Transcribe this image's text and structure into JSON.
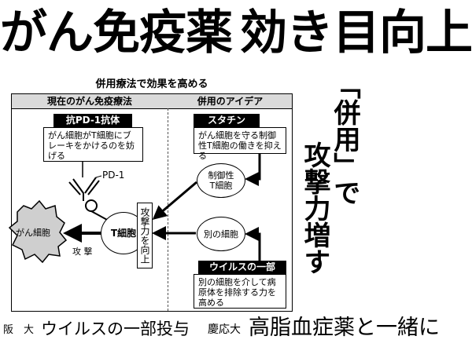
{
  "headline": {
    "part1": "がん免疫薬",
    "part2": "効き目向上"
  },
  "diagram": {
    "title": "併用療法で効果を高める",
    "left_header": "現在のがん免疫療法",
    "right_header": "併用のアイデア",
    "antibody": {
      "title": "抗PD-1抗体",
      "body": "がん細胞がT細胞にブレーキをかけるのを妨げる"
    },
    "statin": {
      "title": "スタチン",
      "body": "がん細胞を守る制御性T細胞の働きを抑える"
    },
    "virus": {
      "title": "ウイルスの一部",
      "body": "別の細胞を介して病原体を排除する力を高める"
    },
    "pd1_label": "PD-1",
    "regulatory_t_cell": "制御性T細胞",
    "other_cell": "別の細胞",
    "t_cell": "T細胞",
    "cancer_cell": "がん細胞",
    "attack_label": "攻 撃",
    "attack_up": "攻撃力を向上"
  },
  "side_headline": {
    "line1": "「併用」で",
    "line2": "攻撃力増す"
  },
  "subheadlines": {
    "osaka": "阪　大",
    "osaka_text": "ウイルスの一部投与",
    "keio": "慶応大",
    "keio_text": "高脂血症薬と一緒に"
  }
}
